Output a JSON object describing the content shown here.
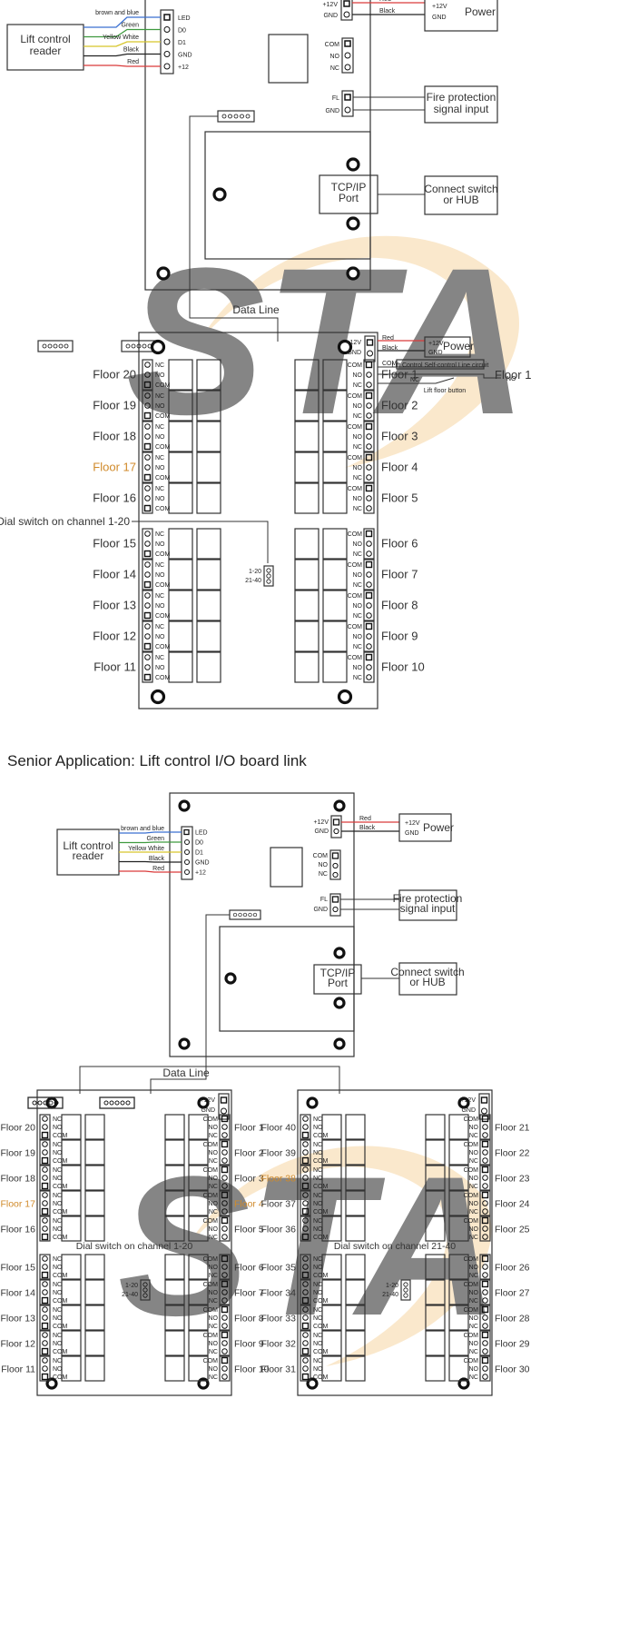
{
  "section2_title": "Senior Application: Lift control I/O board link",
  "colors": {
    "wire_blue": "#3a6fd1",
    "wire_green": "#3f9a3f",
    "wire_yellow": "#d6c52a",
    "wire_black": "#222222",
    "wire_red": "#d93a3a",
    "watermark_blue": "#c9d3ea",
    "watermark_orange": "#f6d6a4",
    "highlight_floor": "#d08a2a"
  },
  "controller": {
    "reader_label": "Lift control reader",
    "wires": [
      "brown and blue",
      "Green",
      "Yellow White",
      "Black",
      "Red"
    ],
    "reader_pins": [
      "LED",
      "D0",
      "D1",
      "GND",
      "+12"
    ],
    "power_pins": [
      "+12V",
      "GND"
    ],
    "power_wires": [
      "Red",
      "Black"
    ],
    "power_box_pins": [
      "+12V",
      "GND"
    ],
    "power_label": "Power",
    "relay_pins": [
      "COM",
      "NO",
      "NC"
    ],
    "fire_pins": [
      "FL",
      "GND"
    ],
    "fire_label": "Fire protection signal input",
    "tcpip_label": "TCP/IP Port",
    "switch_label": "Connect switch or HUB"
  },
  "data_line_label": "Data Line",
  "io_board": {
    "power_pins": [
      "+12V",
      "GND"
    ],
    "power_wires": [
      "Red",
      "Black"
    ],
    "power_label": "Power",
    "com_label": "COM",
    "self_control_label": "Lift Control Self-control Line circuit",
    "nc_label": "NC",
    "no_label": "NO",
    "floor_button_label": "Lift floor button",
    "dial_label": "Dial switch on channel 1-20",
    "dial_label_2": "Dial switch on channel 21-40",
    "dial_pins": [
      "1-20",
      "21-40"
    ],
    "left_pins": [
      "NC",
      "NO",
      "COM"
    ],
    "right_pins": [
      "COM",
      "NO",
      "NC"
    ]
  },
  "floors": {
    "board1_left": [
      "Floor 20",
      "Floor 19",
      "Floor 18",
      "Floor 17",
      "Floor 16",
      "Floor 15",
      "Floor 14",
      "Floor 13",
      "Floor 12",
      "Floor 11"
    ],
    "board1_right": [
      "Floor 1",
      "Floor 2",
      "Floor 3",
      "Floor 4",
      "Floor 5",
      "Floor 6",
      "Floor 7",
      "Floor 8",
      "Floor 9",
      "Floor 10"
    ],
    "board2_left": [
      "Floor 40",
      "Floor 39",
      "Floor 38",
      "Floor 37",
      "Floor 36",
      "Floor 35",
      "Floor 34",
      "Floor 33",
      "Floor 32",
      "Floor 31"
    ],
    "board2_right": [
      "Floor 21",
      "Floor 22",
      "Floor 23",
      "Floor 24",
      "Floor 25",
      "Floor 26",
      "Floor 27",
      "Floor 28",
      "Floor 29",
      "Floor 30"
    ]
  },
  "watermark_text": "STA"
}
